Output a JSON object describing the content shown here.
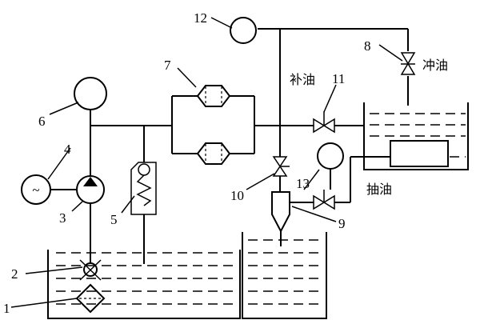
{
  "labels": {
    "n1": "1",
    "n2": "2",
    "n3": "3",
    "n4": "4",
    "n5": "5",
    "n6": "6",
    "n7": "7",
    "n8": "8",
    "n9": "9",
    "n10": "10",
    "n11": "11",
    "n12": "12",
    "n13": "13"
  },
  "text": {
    "buyou": "补油",
    "chongyou": "冲油",
    "chouyou": "抽油"
  },
  "icons": {
    "motor_symbol": "~"
  }
}
